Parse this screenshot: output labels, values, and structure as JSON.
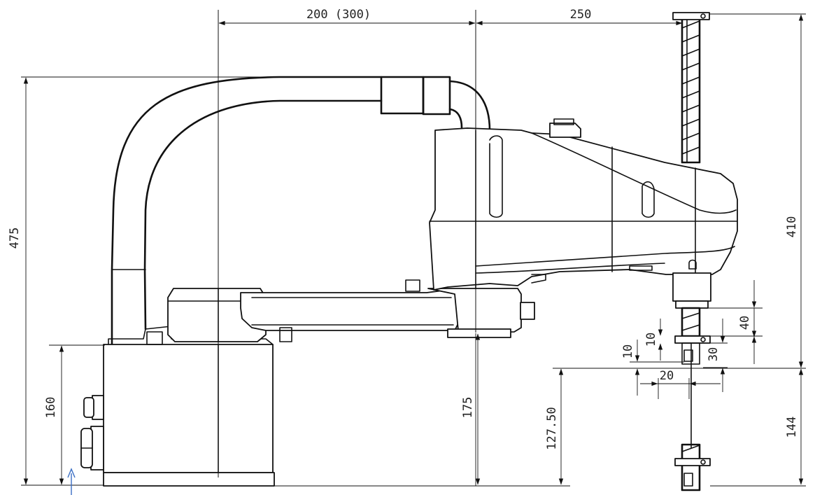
{
  "dimensions": {
    "reach_arm1": "200 (300)",
    "reach_arm2": "250",
    "total_height": "475",
    "base_height": "160",
    "arm_height": "175",
    "flange_height": "127.50",
    "shaft_stroke": "410",
    "shaft_lower": "144",
    "detail_40": "40",
    "detail_30": "30",
    "detail_10_left": "10",
    "detail_10_top": "10",
    "detail_20": "20"
  },
  "colors": {
    "line": "#111111",
    "pointer": "#3a6fc4",
    "background": "#ffffff"
  }
}
